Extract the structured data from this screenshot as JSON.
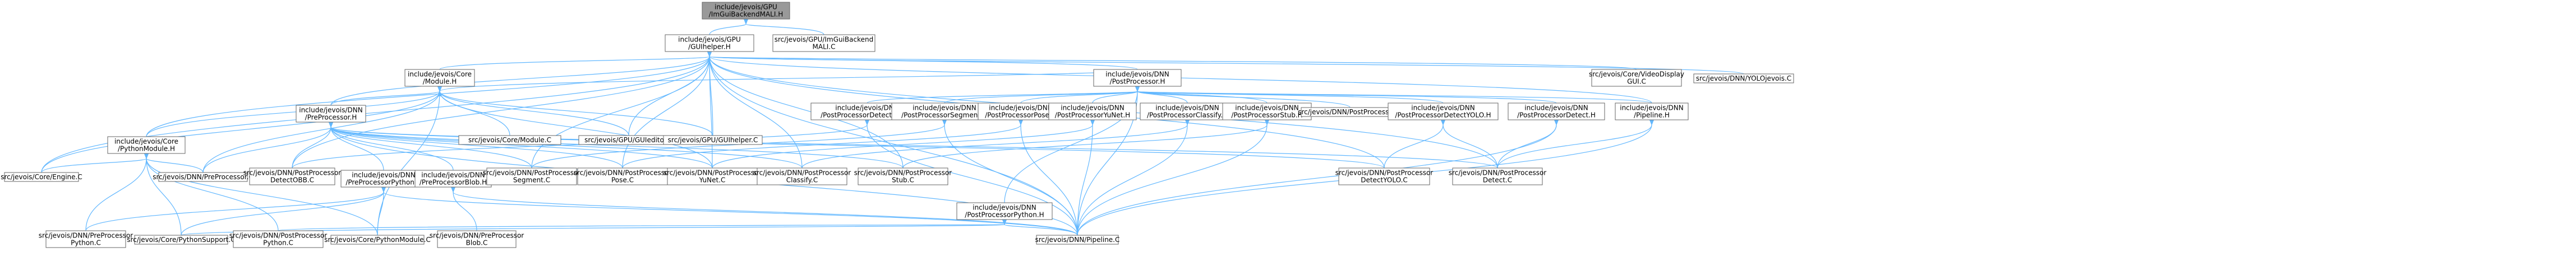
{
  "diagram": {
    "type": "include-dependency-graph",
    "colors": {
      "edge": "#63b8ff",
      "node_fill": "#ffffff",
      "root_fill": "#999999",
      "node_border": "#666666"
    },
    "nodes": [
      {
        "id": "n0",
        "lines": [
          "include/jevois/GPU",
          "/ImGuiBackendMALI.H"
        ],
        "root": true
      },
      {
        "id": "n1",
        "lines": [
          "include/jevois/GPU",
          "/GUIhelper.H"
        ]
      },
      {
        "id": "n2",
        "lines": [
          "src/jevois/GPU/ImGuiBackend",
          "MALI.C"
        ]
      },
      {
        "id": "n3",
        "lines": [
          "include/jevois/Core",
          "/Module.H"
        ]
      },
      {
        "id": "n4",
        "lines": [
          "include/jevois/DNN",
          "/PostProcessor.H"
        ]
      },
      {
        "id": "n5",
        "lines": [
          "src/jevois/Core/VideoDisplay",
          "GUI.C"
        ]
      },
      {
        "id": "n6",
        "lines": [
          "src/jevois/DNN/YOLOjevois.C"
        ]
      },
      {
        "id": "n7",
        "lines": [
          "include/jevois/Core",
          "/PythonModule.H"
        ]
      },
      {
        "id": "n8",
        "lines": [
          "include/jevois/DNN",
          "/PreProcessor.H"
        ]
      },
      {
        "id": "n9",
        "lines": [
          "src/jevois/Core/Module.C"
        ]
      },
      {
        "id": "n10",
        "lines": [
          "src/jevois/GPU/GUIeditor.C"
        ]
      },
      {
        "id": "n11",
        "lines": [
          "src/jevois/GPU/GUIhelper.C"
        ]
      },
      {
        "id": "n12",
        "lines": [
          "include/jevois/DNN",
          "/PostProcessorDetectOBB.H"
        ]
      },
      {
        "id": "n13",
        "lines": [
          "include/jevois/DNN",
          "/PostProcessorSegment.H"
        ]
      },
      {
        "id": "n14",
        "lines": [
          "include/jevois/DNN",
          "/PostProcessorPose.H"
        ]
      },
      {
        "id": "n15",
        "lines": [
          "include/jevois/DNN",
          "/PostProcessorYuNet.H"
        ]
      },
      {
        "id": "n16",
        "lines": [
          "include/jevois/DNN",
          "/PostProcessorClassify.H"
        ]
      },
      {
        "id": "n17",
        "lines": [
          "include/jevois/DNN",
          "/PostProcessorStub.H"
        ]
      },
      {
        "id": "n18",
        "lines": [
          "src/jevois/DNN/PostProcessor.C"
        ]
      },
      {
        "id": "n19",
        "lines": [
          "include/jevois/DNN",
          "/PostProcessorDetectYOLO.H"
        ]
      },
      {
        "id": "n20",
        "lines": [
          "include/jevois/DNN",
          "/PostProcessorDetect.H"
        ]
      },
      {
        "id": "n21",
        "lines": [
          "include/jevois/DNN",
          "/Pipeline.H"
        ]
      },
      {
        "id": "n22",
        "lines": [
          "src/jevois/Core/Engine.C"
        ]
      },
      {
        "id": "n23",
        "lines": [
          "src/jevois/DNN/PreProcessor.C"
        ]
      },
      {
        "id": "n24",
        "lines": [
          "src/jevois/DNN/PostProcessor",
          "DetectOBB.C"
        ]
      },
      {
        "id": "n25",
        "lines": [
          "include/jevois/DNN",
          "/PreProcessorPython.H"
        ]
      },
      {
        "id": "n26",
        "lines": [
          "include/jevois/DNN",
          "/PreProcessorBlob.H"
        ]
      },
      {
        "id": "n27",
        "lines": [
          "src/jevois/DNN/PostProcessor",
          "Segment.C"
        ]
      },
      {
        "id": "n28",
        "lines": [
          "src/jevois/DNN/PostProcessor",
          "Pose.C"
        ]
      },
      {
        "id": "n29",
        "lines": [
          "src/jevois/DNN/PostProcessor",
          "YuNet.C"
        ]
      },
      {
        "id": "n30",
        "lines": [
          "src/jevois/DNN/PostProcessor",
          "Classify.C"
        ]
      },
      {
        "id": "n31",
        "lines": [
          "src/jevois/DNN/PostProcessor",
          "Stub.C"
        ]
      },
      {
        "id": "n32",
        "lines": [
          "include/jevois/DNN",
          "/PostProcessorPython.H"
        ]
      },
      {
        "id": "n33",
        "lines": [
          "src/jevois/DNN/PostProcessor",
          "DetectYOLO.C"
        ]
      },
      {
        "id": "n34",
        "lines": [
          "src/jevois/DNN/PostProcessor",
          "Detect.C"
        ]
      },
      {
        "id": "n35",
        "lines": [
          "src/jevois/DNN/PreProcessor",
          "Python.C"
        ]
      },
      {
        "id": "n36",
        "lines": [
          "src/jevois/Core/PythonSupport.C"
        ]
      },
      {
        "id": "n37",
        "lines": [
          "src/jevois/DNN/PostProcessor",
          "Python.C"
        ]
      },
      {
        "id": "n38",
        "lines": [
          "src/jevois/Core/PythonModule.C"
        ]
      },
      {
        "id": "n39",
        "lines": [
          "src/jevois/DNN/PreProcessor",
          "Blob.C"
        ]
      },
      {
        "id": "n40",
        "lines": [
          "src/jevois/DNN/Pipeline.C"
        ]
      }
    ],
    "edges": [
      [
        "n0",
        "n1"
      ],
      [
        "n0",
        "n2"
      ],
      [
        "n1",
        "n3"
      ],
      [
        "n1",
        "n4"
      ],
      [
        "n1",
        "n5"
      ],
      [
        "n1",
        "n6"
      ],
      [
        "n1",
        "n7"
      ],
      [
        "n1",
        "n8"
      ],
      [
        "n1",
        "n10"
      ],
      [
        "n1",
        "n11"
      ],
      [
        "n1",
        "n21"
      ],
      [
        "n1",
        "n22"
      ],
      [
        "n1",
        "n24"
      ],
      [
        "n1",
        "n27"
      ],
      [
        "n1",
        "n28"
      ],
      [
        "n1",
        "n29"
      ],
      [
        "n1",
        "n30"
      ],
      [
        "n1",
        "n31"
      ],
      [
        "n1",
        "n33"
      ],
      [
        "n1",
        "n34"
      ],
      [
        "n1",
        "n40"
      ],
      [
        "n3",
        "n7"
      ],
      [
        "n3",
        "n8"
      ],
      [
        "n3",
        "n9"
      ],
      [
        "n3",
        "n10"
      ],
      [
        "n3",
        "n11"
      ],
      [
        "n3",
        "n22"
      ],
      [
        "n3",
        "n23"
      ],
      [
        "n3",
        "n29"
      ],
      [
        "n3",
        "n38"
      ],
      [
        "n3",
        "n4"
      ],
      [
        "n4",
        "n12"
      ],
      [
        "n4",
        "n13"
      ],
      [
        "n4",
        "n14"
      ],
      [
        "n4",
        "n15"
      ],
      [
        "n4",
        "n16"
      ],
      [
        "n4",
        "n17"
      ],
      [
        "n4",
        "n18"
      ],
      [
        "n4",
        "n19"
      ],
      [
        "n4",
        "n20"
      ],
      [
        "n4",
        "n32"
      ],
      [
        "n4",
        "n21"
      ],
      [
        "n4",
        "n40"
      ],
      [
        "n7",
        "n22"
      ],
      [
        "n7",
        "n23"
      ],
      [
        "n7",
        "n36"
      ],
      [
        "n7",
        "n37"
      ],
      [
        "n7",
        "n38"
      ],
      [
        "n7",
        "n35"
      ],
      [
        "n8",
        "n23"
      ],
      [
        "n8",
        "n25"
      ],
      [
        "n8",
        "n26"
      ],
      [
        "n8",
        "n24"
      ],
      [
        "n8",
        "n27"
      ],
      [
        "n8",
        "n28"
      ],
      [
        "n8",
        "n29"
      ],
      [
        "n8",
        "n30"
      ],
      [
        "n8",
        "n31"
      ],
      [
        "n8",
        "n33"
      ],
      [
        "n8",
        "n34"
      ],
      [
        "n8",
        "n40"
      ],
      [
        "n12",
        "n24"
      ],
      [
        "n12",
        "n40"
      ],
      [
        "n13",
        "n27"
      ],
      [
        "n13",
        "n40"
      ],
      [
        "n14",
        "n28"
      ],
      [
        "n14",
        "n40"
      ],
      [
        "n15",
        "n29"
      ],
      [
        "n15",
        "n40"
      ],
      [
        "n16",
        "n30"
      ],
      [
        "n16",
        "n40"
      ],
      [
        "n17",
        "n31"
      ],
      [
        "n17",
        "n40"
      ],
      [
        "n19",
        "n33"
      ],
      [
        "n19",
        "n34"
      ],
      [
        "n20",
        "n34"
      ],
      [
        "n20",
        "n40"
      ],
      [
        "n21",
        "n34"
      ],
      [
        "n21",
        "n40"
      ],
      [
        "n25",
        "n35"
      ],
      [
        "n25",
        "n36"
      ],
      [
        "n25",
        "n40"
      ],
      [
        "n25",
        "n38"
      ],
      [
        "n26",
        "n39"
      ],
      [
        "n26",
        "n40"
      ],
      [
        "n32",
        "n37"
      ],
      [
        "n32",
        "n40"
      ],
      [
        "n32",
        "n36"
      ]
    ]
  }
}
